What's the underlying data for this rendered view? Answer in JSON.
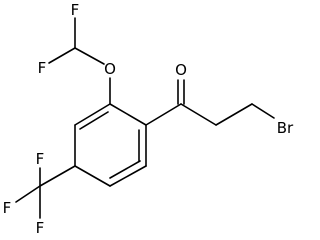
{
  "atoms": {
    "f_top": "F",
    "f_left": "F",
    "o_ether": "O",
    "o_carbonyl": "O",
    "br": "Br",
    "f_cf3_top": "F",
    "f_cf3_left": "F",
    "f_cf3_bottom": "F"
  }
}
